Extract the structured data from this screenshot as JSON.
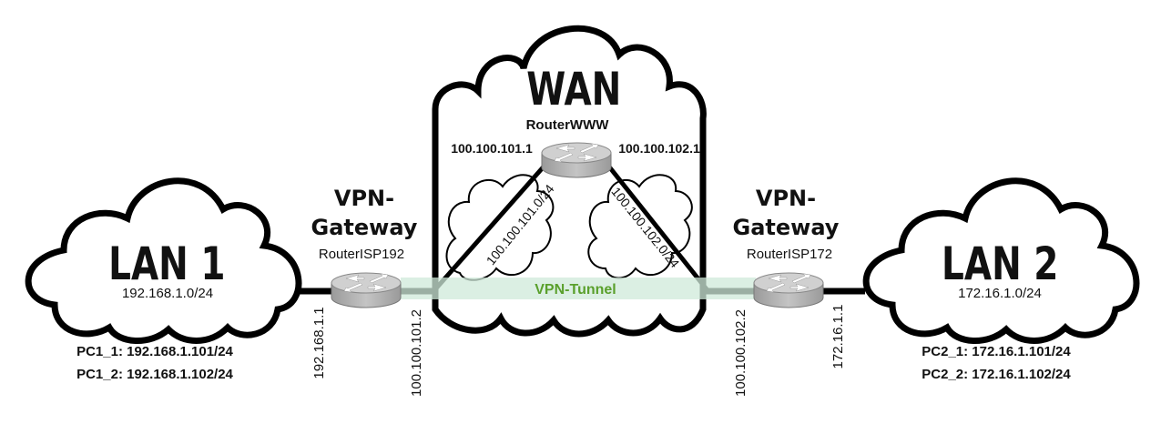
{
  "diagram": {
    "colors": {
      "tunnel_fill": "#cfe9d9",
      "tunnel_text": "#5aa02c",
      "line": "#000000",
      "router_body": "#b8b8b8",
      "router_top": "#d2d2d2"
    },
    "lan1": {
      "title": "LAN 1",
      "subnet": "192.168.1.0/24",
      "hosts": [
        "PC1_1: 192.168.1.101/24",
        "PC1_2: 192.168.1.102/24"
      ]
    },
    "lan2": {
      "title": "LAN 2",
      "subnet": "172.16.1.0/24",
      "hosts": [
        "PC2_1: 172.16.1.101/24",
        "PC2_2: 172.16.1.102/24"
      ]
    },
    "wan": {
      "title": "WAN",
      "router_name": "RouterWWW",
      "left_ip": "100.100.101.1",
      "right_ip": "100.100.102.1",
      "left_subnet": "100.100.101.0/24",
      "right_subnet": "100.100.102.0/24"
    },
    "gateway_left": {
      "role_line1": "VPN-",
      "role_line2": "Gateway",
      "router_name": "RouterISP192",
      "lan_ip": "192.168.1.1",
      "wan_ip": "100.100.101.2"
    },
    "gateway_right": {
      "role_line1": "VPN-",
      "role_line2": "Gateway",
      "router_name": "RouterISP172",
      "wan_ip": "100.100.102.2",
      "lan_ip": "172.16.1.1"
    },
    "tunnel": {
      "label": "VPN-Tunnel"
    }
  }
}
